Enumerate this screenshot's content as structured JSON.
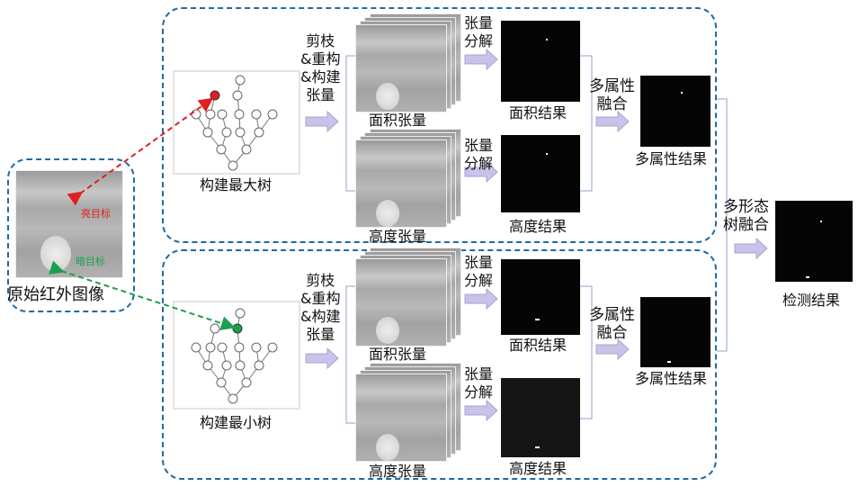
{
  "source": {
    "title": "原始红外图像",
    "bright_target": "亮目标",
    "dark_target": "暗目标"
  },
  "top": {
    "tree_label": "构建最大树",
    "op_label": "剪枝\n&重构\n&构建\n张量",
    "op_lines": [
      "剪枝",
      "&重构",
      "&构建",
      "张量"
    ],
    "area_tensor": "面积张量",
    "height_tensor": "高度张量",
    "decomp": [
      "张量",
      "分解"
    ],
    "area_result": "面积结果",
    "height_result": "高度结果",
    "fusion": [
      "多属性",
      "融合"
    ],
    "multi_result": "多属性结果"
  },
  "bottom": {
    "tree_label": "构建最小树",
    "op_lines": [
      "剪枝",
      "&重构",
      "&构建",
      "张量"
    ],
    "area_tensor": "面积张量",
    "height_tensor": "高度张量",
    "decomp": [
      "张量",
      "分解"
    ],
    "area_result": "面积结果",
    "height_result": "高度结果",
    "fusion": [
      "多属性",
      "融合"
    ],
    "multi_result": "多属性结果"
  },
  "final": {
    "fusion": [
      "多形态",
      "树融合"
    ],
    "result": "检测结果"
  },
  "colors": {
    "box": "#1f6aa5",
    "bright": "#e02020",
    "dark": "#1aa050",
    "arrow": "#c9c3ea"
  }
}
